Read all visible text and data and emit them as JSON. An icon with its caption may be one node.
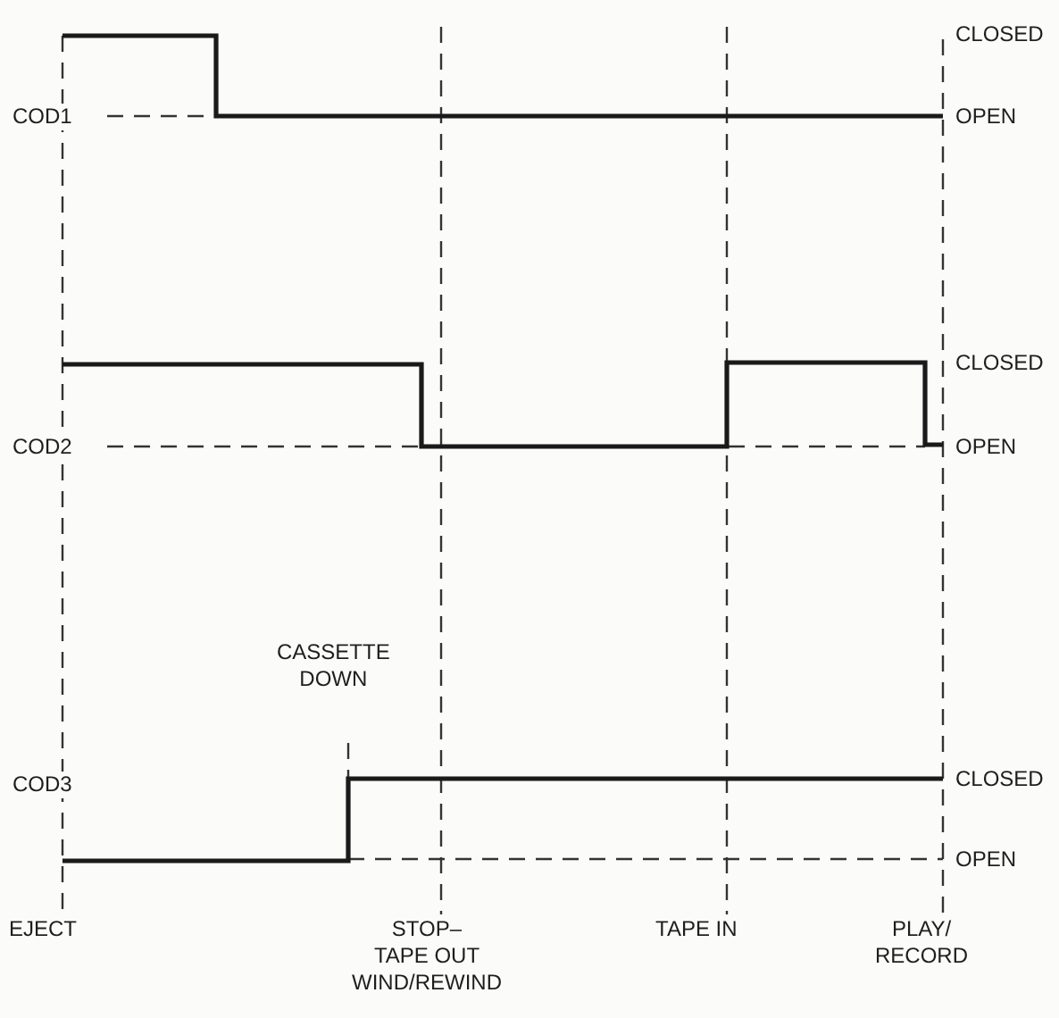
{
  "diagram": {
    "labels": [
      "CLOSED",
      "COD1",
      "OPEN",
      "CLOSED",
      "COD2",
      "OPEN",
      "CASSETTE DOWN",
      "COD3",
      "CLOSED",
      "OPEN",
      "EJECT",
      "STOP– TAPE OUT WIND/REWIND",
      "TAPE IN",
      "PLAY/ RECORD"
    ]
  }
}
